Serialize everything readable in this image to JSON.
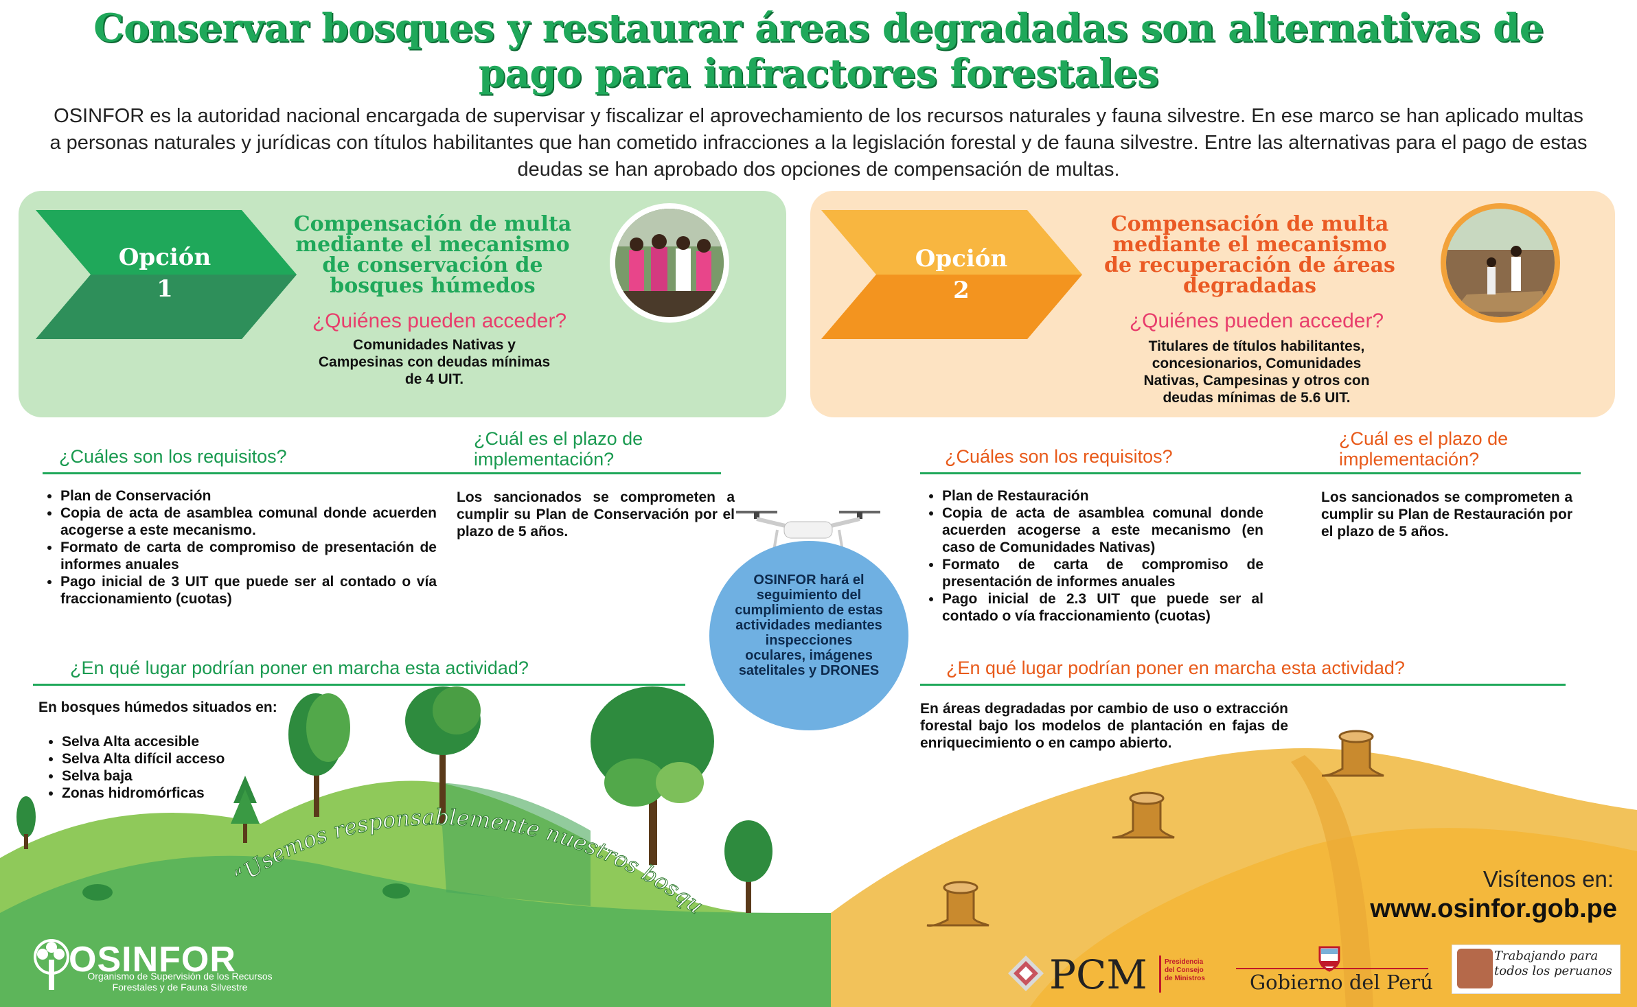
{
  "header": {
    "title": "Conservar bosques y restaurar áreas degradadas son alternativas de pago para infractores forestales",
    "intro": "OSINFOR es la autoridad nacional encargada de supervisar y fiscalizar el aprovechamiento de los recursos naturales y fauna silvestre. En ese marco se han aplicado multas a personas naturales y jurídicas con títulos habilitantes que han cometido infracciones a la legislación forestal y de fauna silvestre. Entre las alternativas para el pago de estas deudas se han aprobado dos opciones de compensación de multas."
  },
  "option1": {
    "label_word": "Opción",
    "label_num": "1",
    "heading": "Compensación de multa mediante el mecanismo de conservación de bosques húmedos",
    "who_title": "¿Quiénes pueden acceder?",
    "who_body": "Comunidades Nativas y Campesinas  con deudas mínimas de 4 UIT.",
    "req_title": "¿Cuáles son los requisitos?",
    "requirements": [
      "Plan de Conservación",
      "Copia de acta de asamblea comunal donde acuerden acogerse a este mecanismo.",
      "Formato de carta de compromiso de presentación de informes anuales",
      "Pago inicial de 3 UIT que puede ser al contado o vía fraccionamiento (cuotas)"
    ],
    "term_title": "¿Cuál es el plazo de implementación?",
    "term_body": "Los sancionados se comprometen a cumplir su Plan de Conservación por el plazo de 5 años.",
    "place_title": "¿En qué lugar podrían poner en marcha esta actividad?",
    "place_intro": "En bosques húmedos situados en:",
    "places": [
      "Selva Alta accesible",
      "Selva Alta difícil acceso",
      "Selva baja",
      "Zonas hidromórficas"
    ]
  },
  "option2": {
    "label_word": "Opción",
    "label_num": "2",
    "heading": "Compensación de multa mediante el mecanismo de recuperación de áreas degradadas",
    "who_title": "¿Quiénes pueden acceder?",
    "who_body": "Titulares de títulos habilitantes, concesionarios, Comunidades Nativas, Campesinas y otros con deudas mínimas de 5.6 UIT.",
    "req_title": "¿Cuáles son los requisitos?",
    "requirements": [
      "Plan de Restauración",
      "Copia de acta de asamblea comunal donde acuerden acogerse a este mecanismo (en caso de Comunidades Nativas)",
      "Formato de carta de compromiso de presentación de informes anuales",
      "Pago inicial de 2.3 UIT que puede ser al contado o vía fraccionamiento (cuotas)"
    ],
    "term_title": "¿Cuál es el plazo de implementación?",
    "term_body": "Los sancionados se comprometen a cumplir  su Plan de Restauración por el plazo de 5 años.",
    "place_title": "¿En qué lugar podrían poner en marcha esta actividad?",
    "place_body": "En áreas degradadas por cambio de uso o extracción forestal bajo los modelos de plantación en fajas de enriquecimiento o en campo abierto."
  },
  "drone": {
    "text": "OSINFOR hará el seguimiento del cumplimiento de estas actividades mediantes inspecciones oculares, imágenes satelitales y DRONES"
  },
  "slogan": "“Usemos responsablemente nuestros bosques”",
  "footer": {
    "visit_label": "Visítenos en:",
    "website": "www.osinfor.gob.pe",
    "osinfor_name": "OSINFOR",
    "osinfor_full": "Organismo de Supervisión de los Recursos Forestales y de Fauna Silvestre",
    "pcm": "PCM",
    "pcm_full": "Presidencia del Consejo de Ministros",
    "gobierno": "Gobierno del Perú",
    "trabajando": "Trabajando para todos los peruanos"
  },
  "colors": {
    "green": "#1fa85a",
    "orange": "#f3941f",
    "pink": "#e83e6c",
    "drone_blue": "#6fb0e2"
  }
}
